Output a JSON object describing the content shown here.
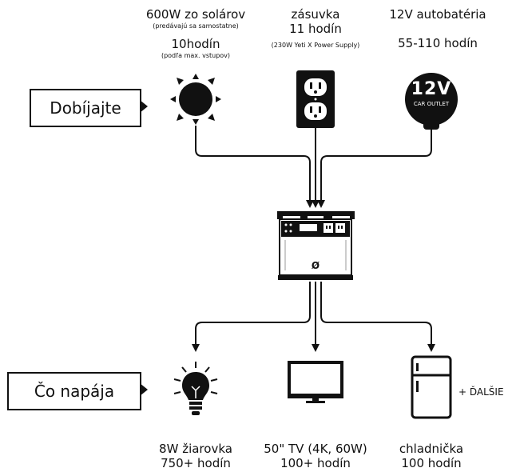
{
  "sources": {
    "solar": {
      "line1": "600W zo solárov",
      "line1_note": "(predávajú sa samostatne)",
      "line2": "10hodín",
      "line2_note": "(podľa max. vstupov)"
    },
    "outlet": {
      "line1": "zásuvka",
      "line2": "11 hodín",
      "line2_note": "(230W Yeti X Power Supply)"
    },
    "car": {
      "line1": "12V autobatéria",
      "line2": "55-110 hodín",
      "icon_text_main": "12V",
      "icon_text_sub": "CAR OUTLET"
    }
  },
  "labels": {
    "charge": "Dobíjajte",
    "powers": "Čo napája"
  },
  "outputs": {
    "bulb": {
      "line1": "8W žiarovka",
      "line2": "750+ hodín"
    },
    "tv": {
      "line1": "50\" TV (4K, 60W)",
      "line2": "100+ hodín"
    },
    "fridge": {
      "line1": "chladnička",
      "line2": "100 hodín"
    },
    "more": "+ ĎALŠIE"
  },
  "device": {
    "logo": "Ø"
  },
  "colors": {
    "ink": "#111111",
    "background": "#ffffff"
  }
}
